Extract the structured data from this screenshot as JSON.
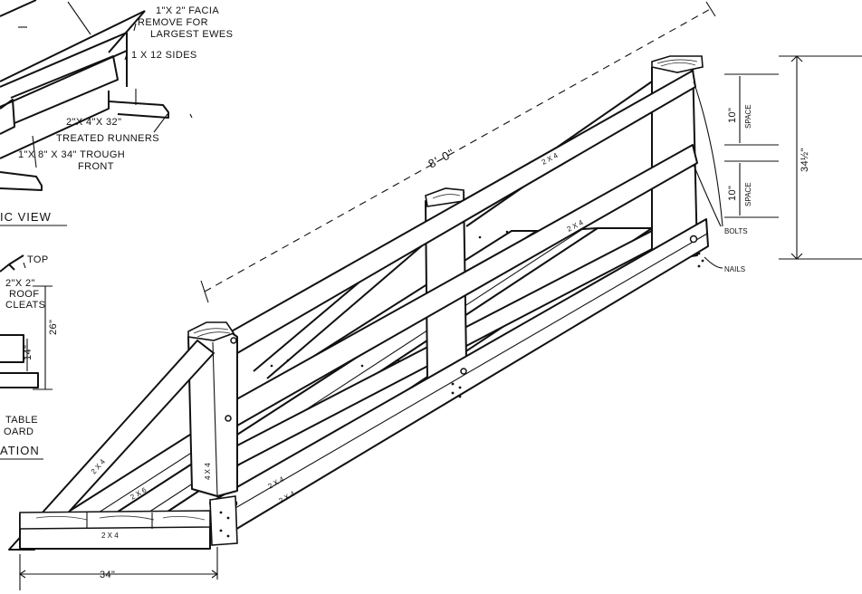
{
  "labels": {
    "fascia": "1\"X 2\" FACIA",
    "remove_for": "REMOVE FOR",
    "largest_ewes": "LARGEST EWES",
    "sides": "1 X 12 SIDES",
    "runners_size": "2\"X 4\"X 32\"",
    "runners": "TREATED RUNNERS",
    "trough_size": "1\"X 8\" X 34\" TROUGH",
    "front": "FRONT",
    "view_partial": "IC  VIEW",
    "top": "TOP",
    "cleat_size": "2\"X 2\"",
    "roof": "ROOF",
    "cleats": "CLEATS",
    "dim_26": "26\"",
    "dim_14": "14\"",
    "table": "TABLE",
    "board_partial": "OARD",
    "elevation_partial": "ATION",
    "length_8": "8'-0\"",
    "board_2x4_top": "2 X 4",
    "board_2x4_mid": "2 X 4",
    "space_top_value": "10\"",
    "space_top_word": "SPACE",
    "space_bottom_value": "10\"",
    "space_bottom_word": "SPACE",
    "height_34": "34½\"",
    "bolts": "BOLTS",
    "nails": "NAILS",
    "diag_2x4": "2 X 4",
    "post_4x4": "4 X 4",
    "floor_2x6": "2 X 6",
    "rail_2x4_a": "2 X 4",
    "rail_2x4_b": "2 X 4",
    "base_2x4": "2 X 4",
    "width_34": "34\""
  }
}
